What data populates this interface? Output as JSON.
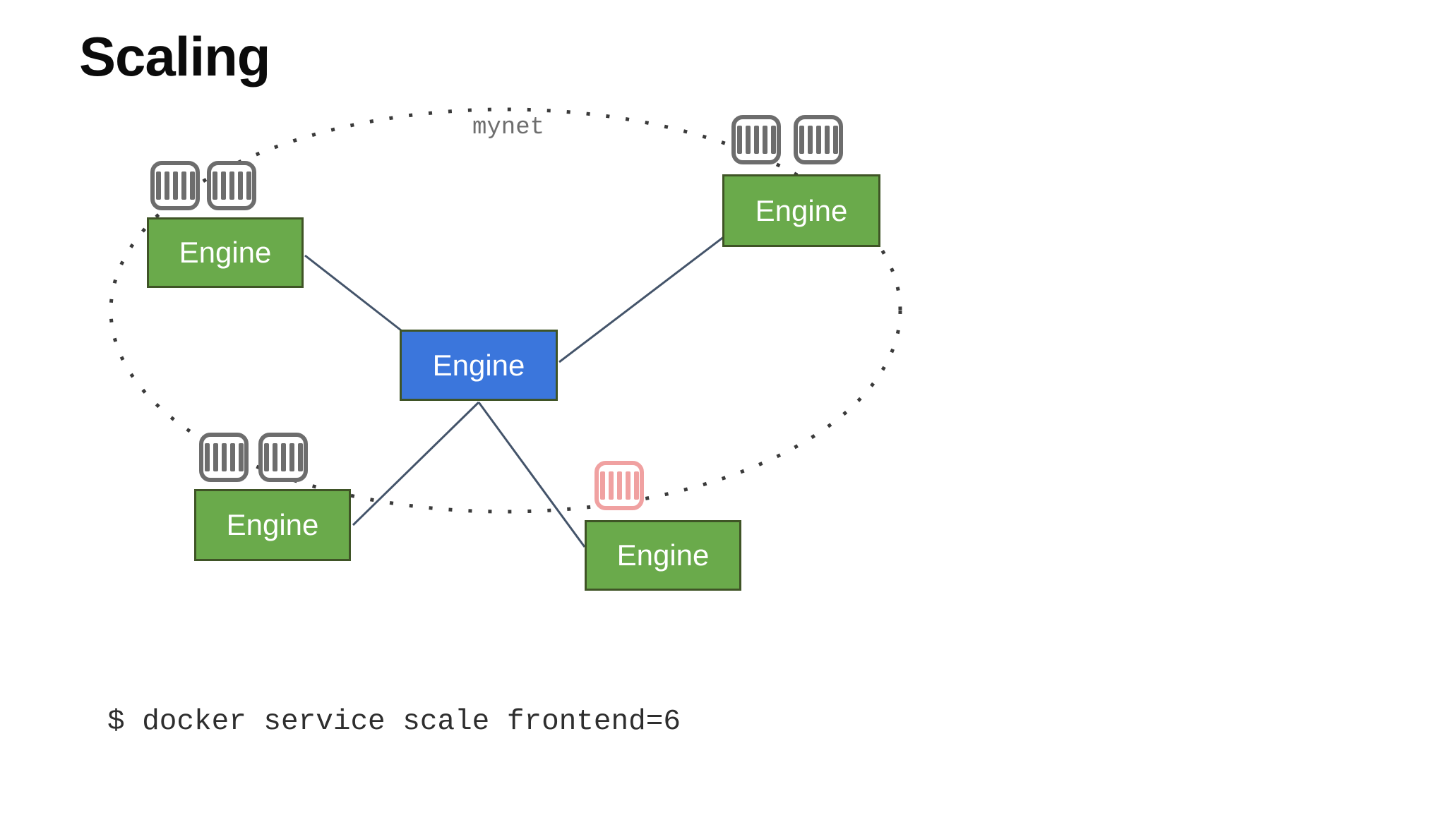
{
  "slide": {
    "title": "Scaling"
  },
  "diagram": {
    "network_label": "mynet",
    "colors": {
      "engine_green": "#6aaa4b",
      "engine_blue": "#3b76dc",
      "box_border": "#3f5426",
      "link": "#44546a",
      "network_dots": "#3a3a3a",
      "container_gray": "#6d6d6d",
      "container_pink": "#f0a1a1"
    },
    "nodes": [
      {
        "id": "top-left",
        "label": "Engine",
        "variant": "green",
        "containers": 2,
        "container_color": "gray"
      },
      {
        "id": "top-right",
        "label": "Engine",
        "variant": "green",
        "containers": 2,
        "container_color": "gray"
      },
      {
        "id": "center",
        "label": "Engine",
        "variant": "blue",
        "containers": 0,
        "container_color": "gray"
      },
      {
        "id": "bottom-left",
        "label": "Engine",
        "variant": "green",
        "containers": 2,
        "container_color": "gray"
      },
      {
        "id": "bottom-center",
        "label": "Engine",
        "variant": "green",
        "containers": 1,
        "container_color": "pink"
      }
    ]
  },
  "terminal": {
    "command": "$ docker service scale frontend=6"
  }
}
